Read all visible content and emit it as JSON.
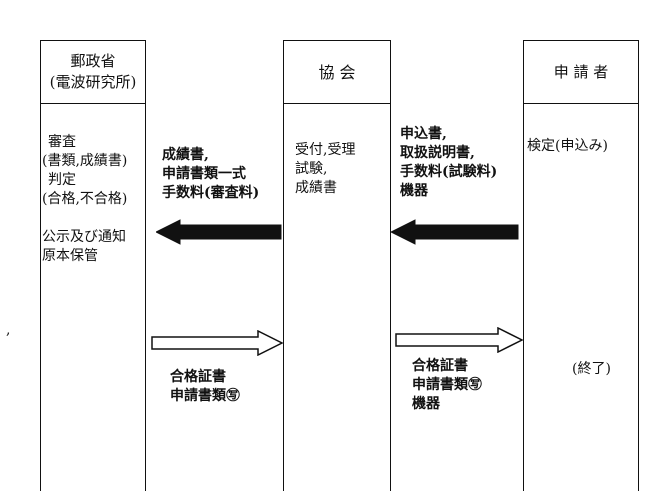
{
  "columns": [
    {
      "id": "ministry",
      "lines": [
        "郵政省",
        "(電波研究所)"
      ],
      "body": [
        "審査",
        "(書類,成績書)",
        "判定",
        "(合格,不合格)",
        "",
        "公示及び通知",
        "原本保管"
      ]
    },
    {
      "id": "association",
      "lines": [
        "協 会"
      ],
      "body": [
        "受付,受理",
        "試験,",
        "成績書"
      ]
    },
    {
      "id": "applicant",
      "lines": [
        "申 請 者"
      ],
      "body": [
        "検定(申込み)"
      ],
      "end": "(終了)"
    }
  ],
  "flows": {
    "left_top": [
      "成績書,",
      "申請書類一式",
      "手数料(審査料)"
    ],
    "right_top": [
      "申込書,",
      "取扱説明書,",
      "手数料(試験料)",
      "機器"
    ],
    "left_bottom": [
      "合格証書",
      "申請書類㊢"
    ],
    "right_bottom": [
      "合格証書",
      "申請書類㊢",
      "機器"
    ]
  },
  "stray_mark": ",",
  "colors": {
    "line": "#111111",
    "arrow_fill": "#111111",
    "background": "#ffffff"
  }
}
